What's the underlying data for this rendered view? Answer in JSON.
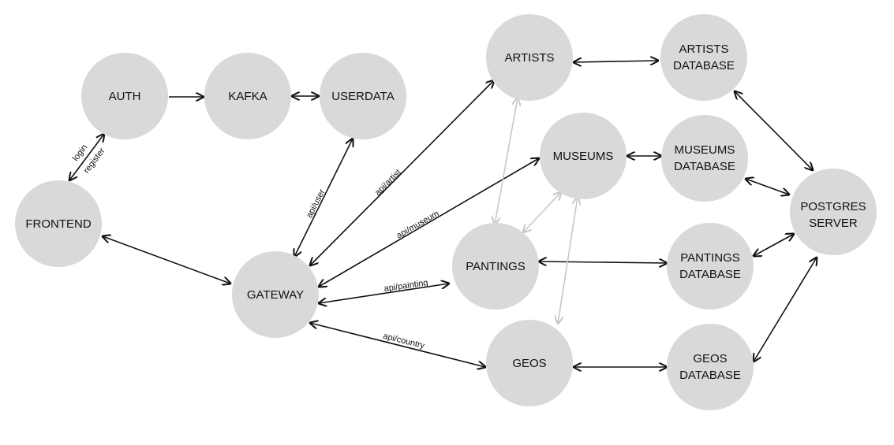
{
  "diagram": {
    "colors": {
      "node_fill": "#d9d9d9",
      "edge": "#111111",
      "edge_light": "#c8c8c8",
      "text": "#111111",
      "background": "#ffffff"
    },
    "nodes": {
      "auth": [
        "AUTH"
      ],
      "kafka": [
        "KAFKA"
      ],
      "userdata": [
        "USERDATA"
      ],
      "frontend": [
        "FRONTEND"
      ],
      "gateway": [
        "GATEWAY"
      ],
      "artists": [
        "ARTISTS"
      ],
      "museums": [
        "MUSEUMS"
      ],
      "pantings": [
        "PANTINGS"
      ],
      "geos": [
        "GEOS"
      ],
      "artists_db": [
        "ARTISTS",
        "DATABASE"
      ],
      "museums_db": [
        "MUSEUMS",
        "DATABASE"
      ],
      "pantings_db": [
        "PANTINGS",
        "DATABASE"
      ],
      "geos_db": [
        "GEOS",
        "DATABASE"
      ],
      "postgres": [
        "POSTGRES",
        "SERVER"
      ]
    },
    "edge_labels": {
      "login": "login",
      "register": "register",
      "api_user": "api/user",
      "api_artist": "api/artist",
      "api_museum": "api/museum",
      "api_painting": "api/painting",
      "api_country": "api/country"
    }
  }
}
